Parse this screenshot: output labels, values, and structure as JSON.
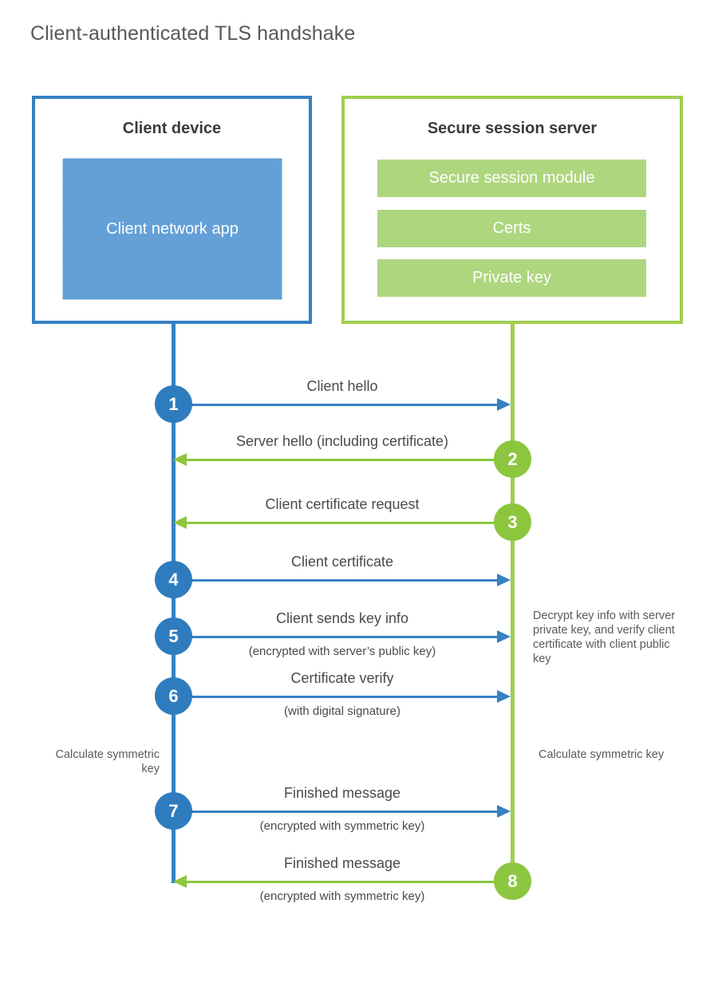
{
  "title": "Client-authenticated TLS handshake",
  "colors": {
    "client_accent": "#3581C3",
    "client_fill": "#63A0D7",
    "client_circle": "#2E7CBE",
    "server_accent": "#A0CE4E",
    "server_fill": "#AED67F",
    "server_circle": "#8CC63E",
    "text": "#4A4A4A",
    "title_text": "#585858"
  },
  "client": {
    "title": "Client device",
    "app_label": "Client network app"
  },
  "server": {
    "title": "Secure session server",
    "components": [
      {
        "label": "Secure session module"
      },
      {
        "label": "Certs"
      },
      {
        "label": "Private key"
      }
    ]
  },
  "messages": [
    {
      "step": "1",
      "label": "Client hello",
      "sublabel": "",
      "direction": "client-to-server",
      "origin": "client"
    },
    {
      "step": "2",
      "label": "Server hello (including certificate)",
      "sublabel": "",
      "direction": "server-to-client",
      "origin": "server"
    },
    {
      "step": "3",
      "label": "Client certificate request",
      "sublabel": "",
      "direction": "server-to-client",
      "origin": "server"
    },
    {
      "step": "4",
      "label": "Client certificate",
      "sublabel": "",
      "direction": "client-to-server",
      "origin": "client"
    },
    {
      "step": "5",
      "label": "Client sends key info",
      "sublabel": "(encrypted with server’s public key)",
      "direction": "client-to-server",
      "origin": "client"
    },
    {
      "step": "6",
      "label": "Certificate verify",
      "sublabel": "(with digital signature)",
      "direction": "client-to-server",
      "origin": "client"
    },
    {
      "step": "7",
      "label": "Finished message",
      "sublabel": "(encrypted with symmetric key)",
      "direction": "client-to-server",
      "origin": "client"
    },
    {
      "step": "8",
      "label": "Finished message",
      "sublabel": "(encrypted with symmetric key)",
      "direction": "server-to-client",
      "origin": "server"
    }
  ],
  "annotations": {
    "server_decrypt": "Decrypt key info with server private key, and verify client certificate with client public key",
    "client_calculate": "Calculate symmetric key",
    "server_calculate": "Calculate symmetric key"
  }
}
